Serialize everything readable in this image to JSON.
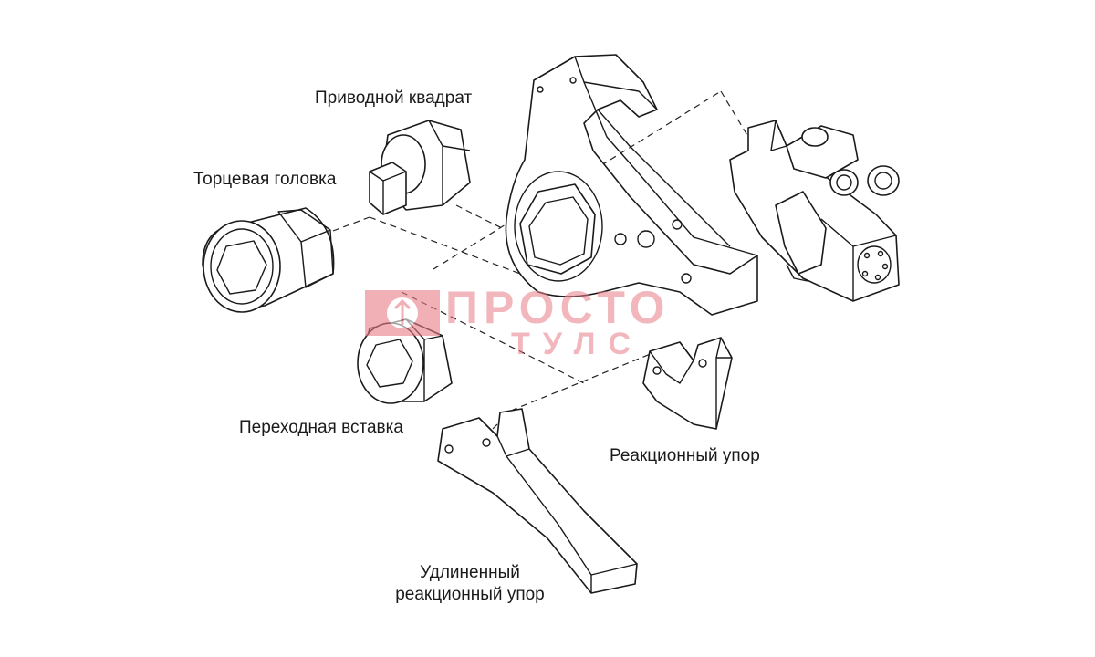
{
  "labels": {
    "drive_square": "Приводной квадрат",
    "socket_head": "Торцевая головка",
    "adapter_insert": "Переходная вставка",
    "reaction_arm": "Реакционный упор",
    "extended_reaction_line1": "Удлиненный",
    "extended_reaction_line2": "реакционный упор"
  },
  "watermark": {
    "line1": "ПРОСТО",
    "line2": "ТУЛС",
    "logo": "prosto-tuls-logo",
    "color": "#e97d86"
  },
  "colors": {
    "line": "#1a1a1a",
    "background": "#ffffff"
  }
}
